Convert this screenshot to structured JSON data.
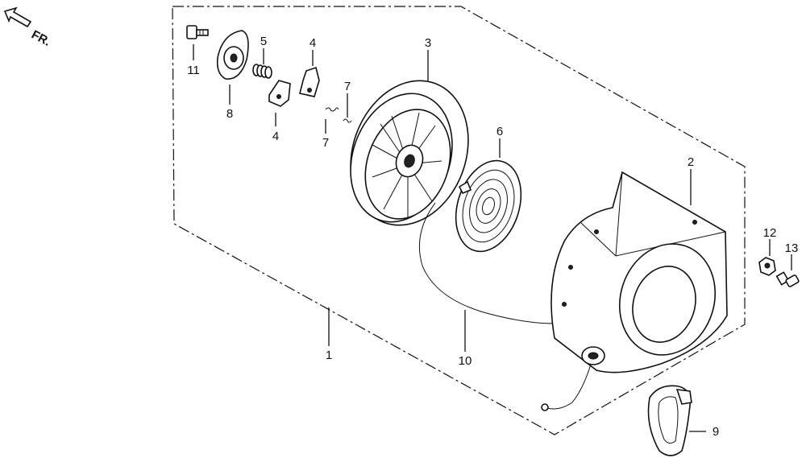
{
  "direction_marker": {
    "text": "FR.",
    "icon": "front-arrow-icon"
  },
  "callouts": [
    {
      "id": "1",
      "part": "assembly-boundary"
    },
    {
      "id": "2",
      "part": "fan-cover"
    },
    {
      "id": "3",
      "part": "reel"
    },
    {
      "id": "4",
      "part": "ratchet-upper"
    },
    {
      "id": "4",
      "part": "ratchet-lower"
    },
    {
      "id": "5",
      "part": "spring"
    },
    {
      "id": "6",
      "part": "spiral-spring"
    },
    {
      "id": "7",
      "part": "ratchet-spring-upper"
    },
    {
      "id": "7",
      "part": "ratchet-spring-lower"
    },
    {
      "id": "8",
      "part": "friction-plate"
    },
    {
      "id": "9",
      "part": "handle"
    },
    {
      "id": "10",
      "part": "rope"
    },
    {
      "id": "11",
      "part": "bolt"
    },
    {
      "id": "12",
      "part": "collar"
    },
    {
      "id": "13",
      "part": "flange-bolt"
    }
  ]
}
